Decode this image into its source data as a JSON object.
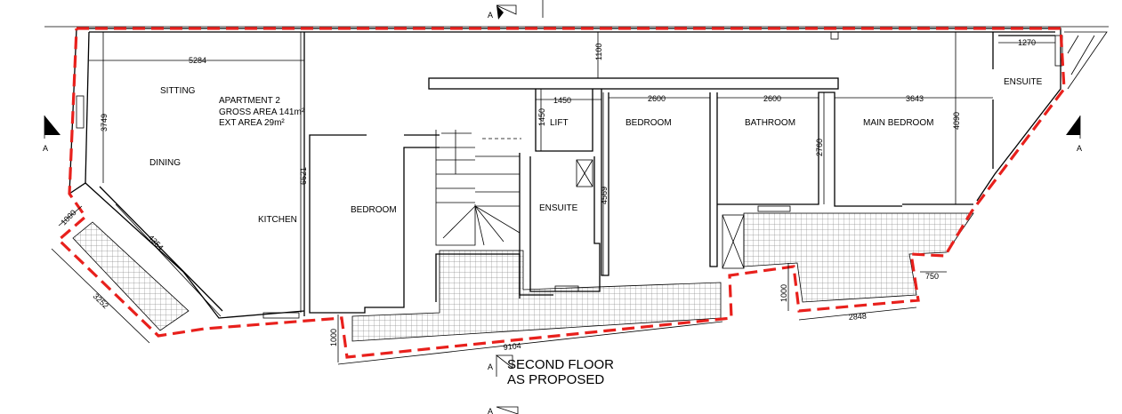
{
  "plan": {
    "title_line1": "SECOND FLOOR",
    "title_line2": "AS PROPOSED",
    "section_mark": "A",
    "apartment": {
      "name": "APARTMENT 2",
      "gross_area": "GROSS AREA 141m²",
      "ext_area": "EXT AREA 29m²"
    },
    "rooms": {
      "sitting": "SITTING",
      "dining": "DINING",
      "kitchen": "KITCHEN",
      "bedroom_left": "BEDROOM",
      "lift": "LIFT",
      "ensuite_center": "ENSUITE",
      "bedroom_center": "BEDROOM",
      "bathroom": "BATHROOM",
      "main_bedroom": "MAIN BEDROOM",
      "ensuite_right": "ENSUITE"
    },
    "dimensions": {
      "d5284": "5284",
      "d3749": "3749",
      "d6621": "6621",
      "d1100": "1100",
      "d1450h": "1450",
      "d1450v": "1450",
      "d4569": "4569",
      "d2600a": "2600",
      "d2600b": "2600",
      "d2760": "2760",
      "d3643": "3643",
      "d4090": "4090",
      "d1270": "1270",
      "d1000a": "1000",
      "d4354": "4354",
      "d3252": "3252",
      "d1000b": "1000",
      "d9104": "9104",
      "d1000c": "1000",
      "d2848": "2848",
      "d750": "750"
    },
    "colors": {
      "boundary": "#e8201c",
      "walls": "#000000",
      "tiles": "#9a9a9a",
      "background": "#ffffff"
    }
  }
}
